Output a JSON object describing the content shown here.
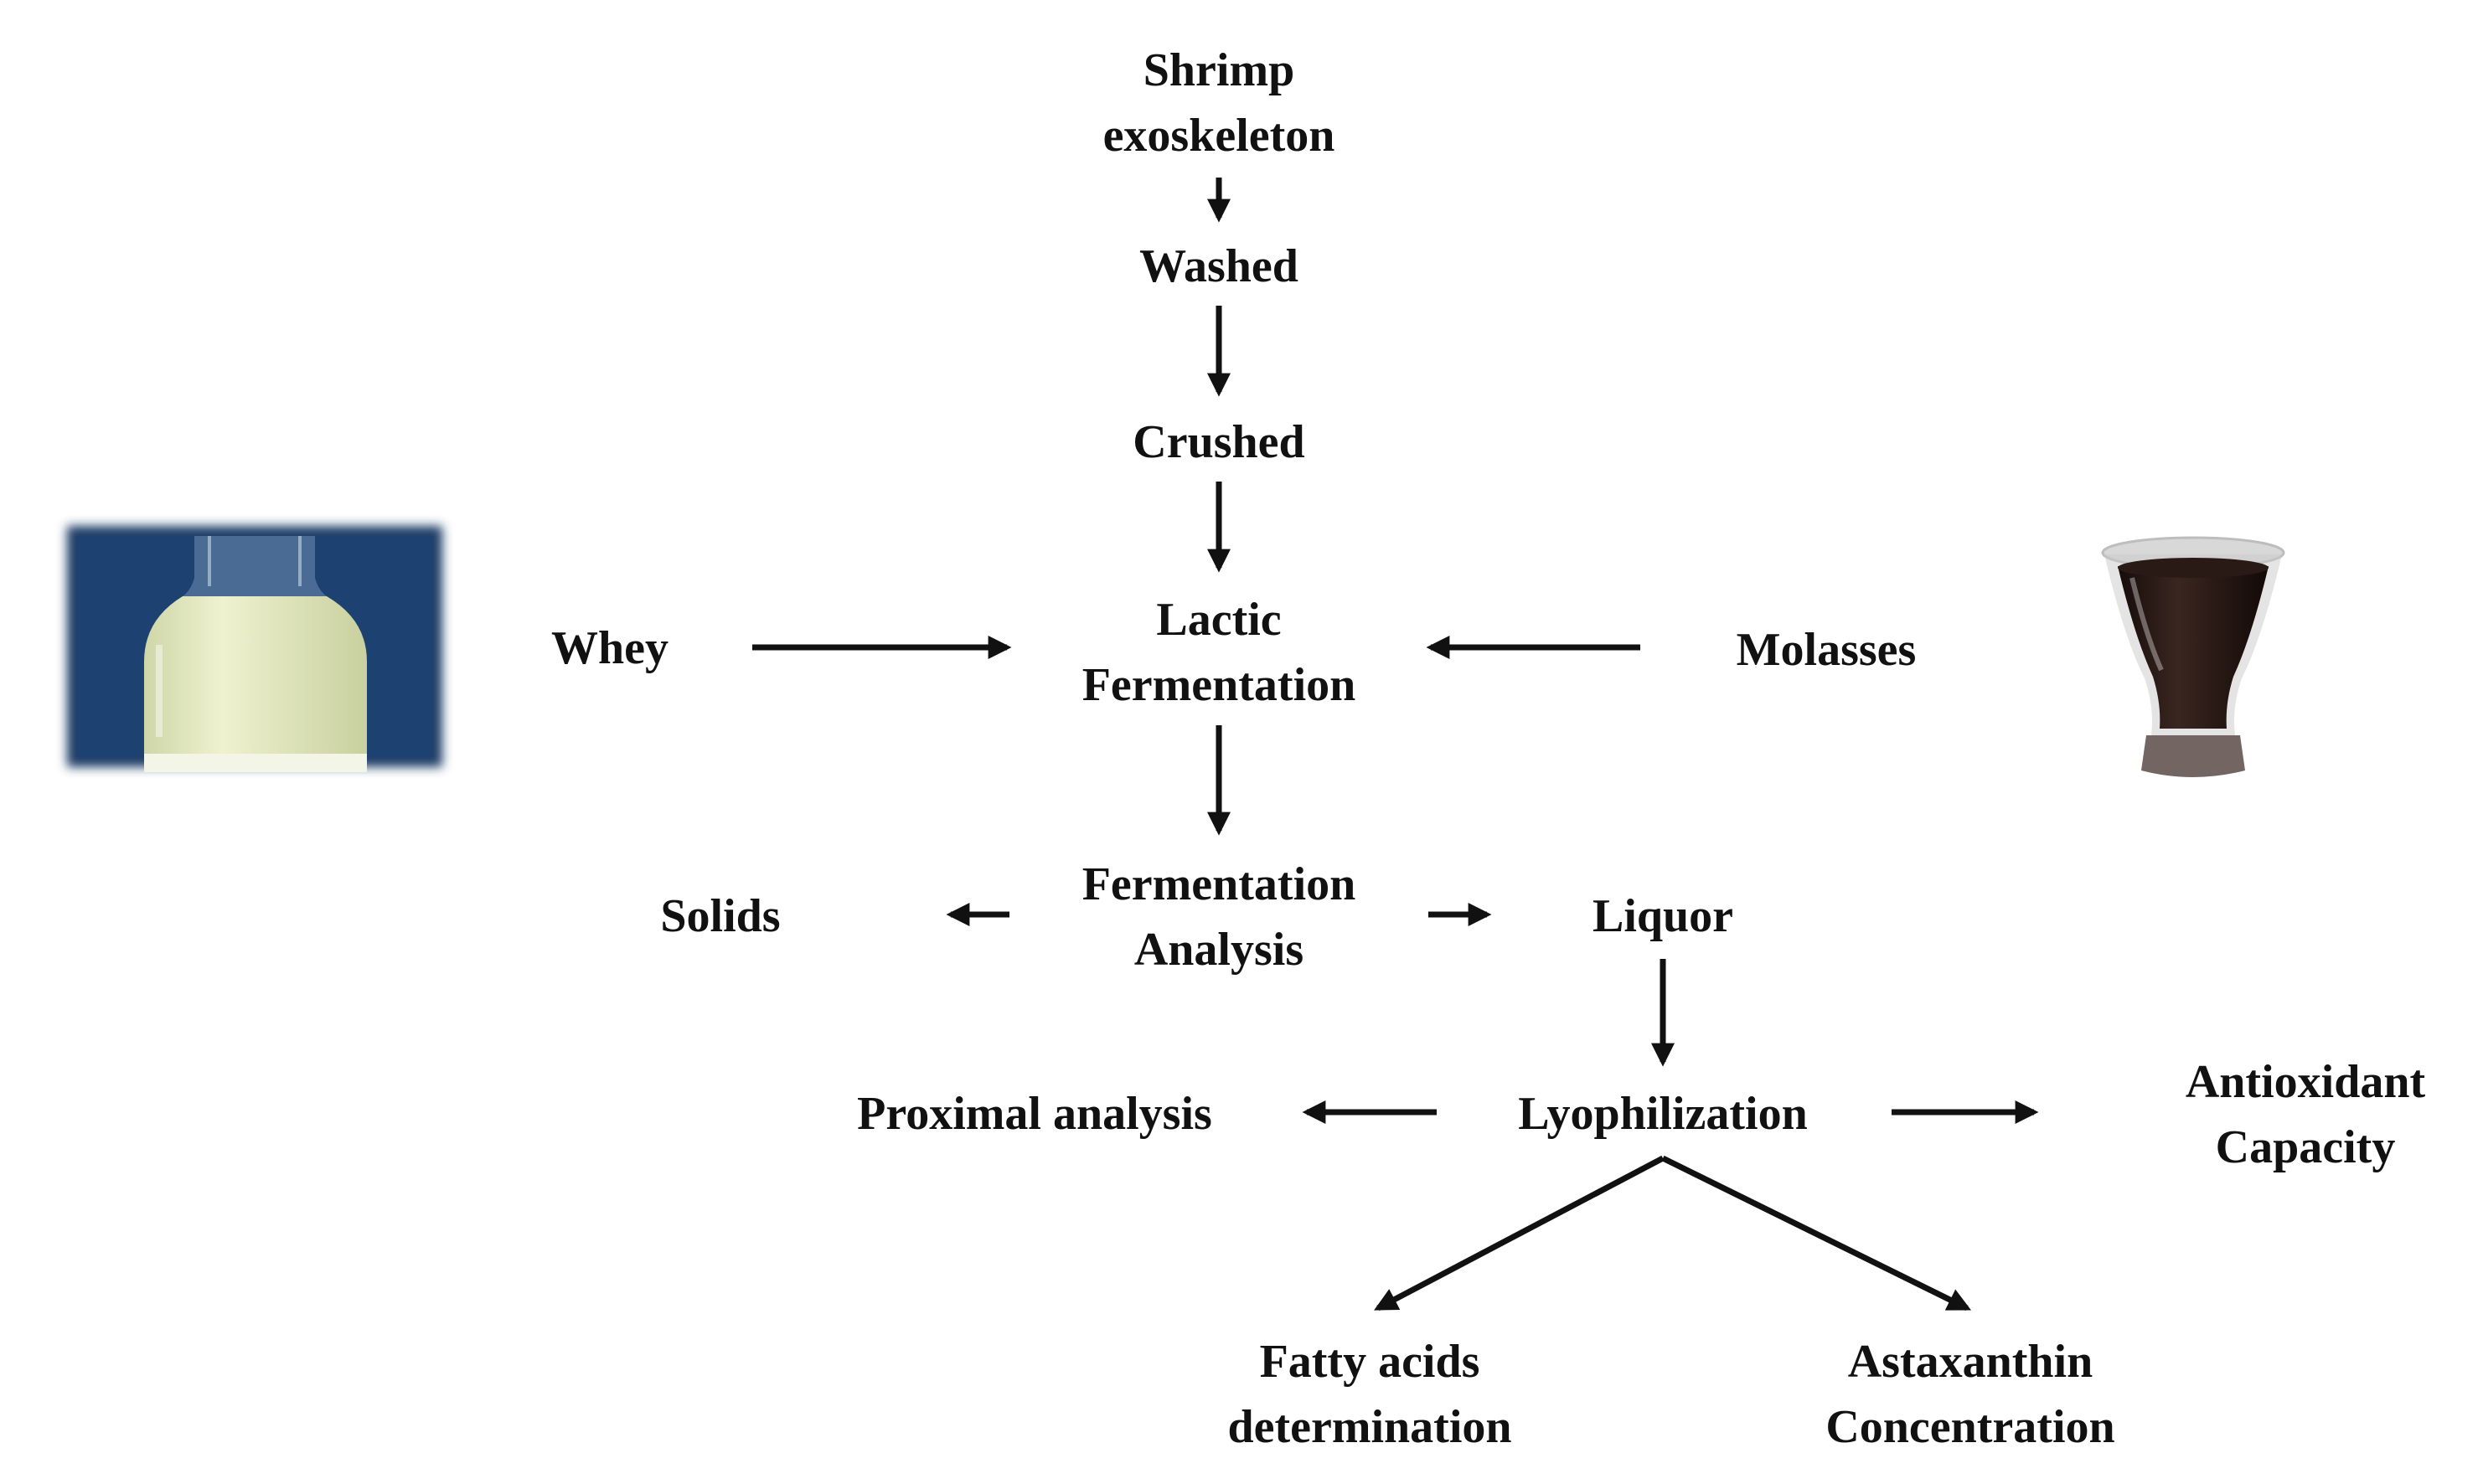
{
  "nodes": {
    "shrimp": [
      "Shrimp",
      "exoskeleton"
    ],
    "washed": [
      "Washed"
    ],
    "crushed": [
      "Crushed"
    ],
    "lactic": [
      "Lactic",
      "Fermentation"
    ],
    "whey": [
      "Whey"
    ],
    "molasses": [
      "Molasses"
    ],
    "ferm_analysis": [
      "Fermentation",
      "Analysis"
    ],
    "solids": [
      "Solids"
    ],
    "liquor": [
      "Liquor"
    ],
    "lyophilization": [
      "Lyophilization"
    ],
    "proximal": [
      "Proximal analysis"
    ],
    "antioxidant": [
      "Antioxidant",
      "Capacity"
    ],
    "fatty": [
      "Fatty acids",
      "determination"
    ],
    "astaxanthin": [
      "Astaxanthin",
      "Concentration"
    ]
  },
  "colors": {
    "text": "#111111",
    "arrow": "#111111",
    "whey_bg": "#1c3d66",
    "whey_liquid": "#e6ebc4",
    "molasses_liquid": "#221613"
  },
  "images": {
    "whey_photo": "whey-jar-photo",
    "molasses_photo": "molasses-glass-photo"
  }
}
